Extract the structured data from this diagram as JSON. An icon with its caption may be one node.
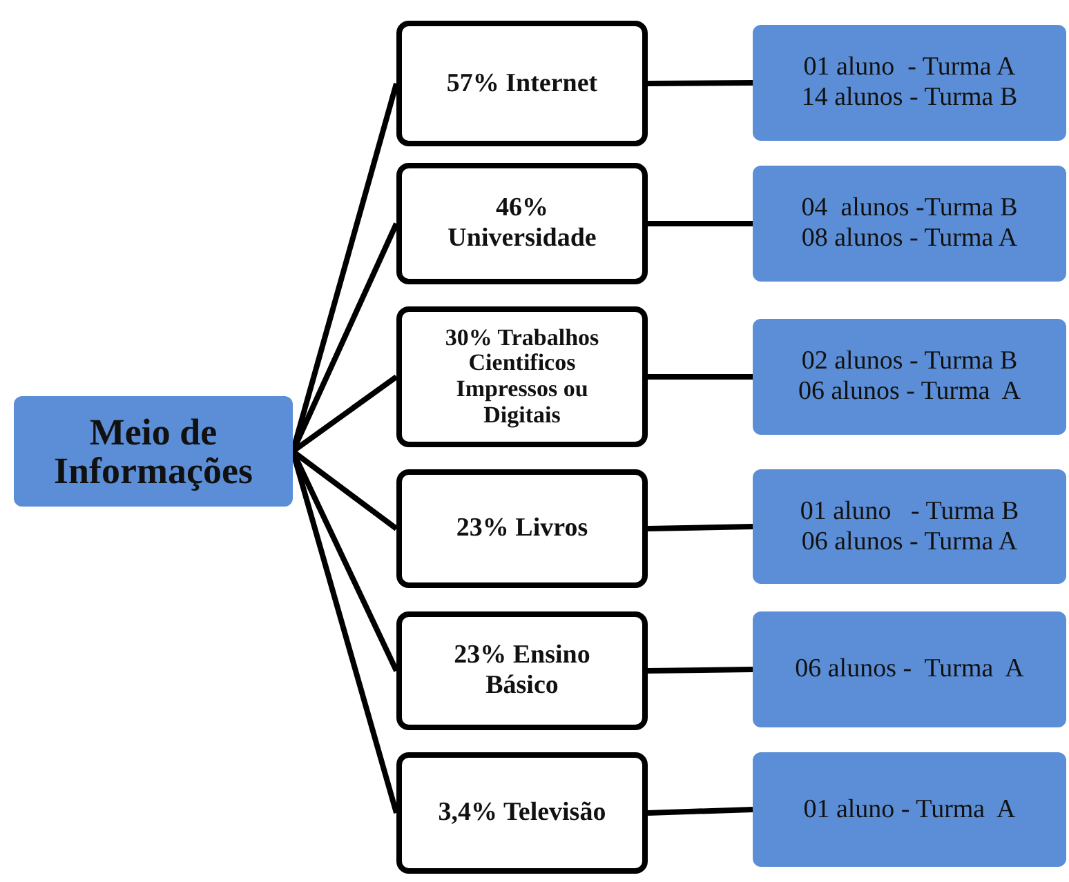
{
  "diagram": {
    "nodes": [
      {
        "text": [
          "Meio de Informações"
        ]
      },
      {
        "text": [
          "57% Internet"
        ]
      },
      {
        "text": [
          "46% Universidade"
        ]
      },
      {
        "text": [
          "30% Trabalhos Cientificos Impressos ou Digitais"
        ]
      },
      {
        "text": [
          "23% Livros"
        ]
      },
      {
        "text": [
          "23% Ensino Básico"
        ]
      },
      {
        "text": [
          "3,4% Televisão"
        ]
      },
      {
        "text": [
          "01 aluno  - Turma A",
          "14 alunos - Turma B"
        ]
      },
      {
        "text": [
          "04  alunos -Turma B",
          "08 alunos - Turma A"
        ]
      },
      {
        "text": [
          "02 alunos - Turma B",
          "06 alunos - Turma  A"
        ]
      },
      {
        "text": [
          "01 aluno   - Turma B",
          "06 alunos - Turma A"
        ]
      },
      {
        "text": [
          "06 alunos -  Turma  A"
        ]
      },
      {
        "text": [
          "01 aluno - Turma  A"
        ]
      }
    ],
    "edges": [
      {
        "from": 0,
        "to": 1,
        "arrow": "none"
      },
      {
        "from": 0,
        "to": 2,
        "arrow": "none"
      },
      {
        "from": 0,
        "to": 3,
        "arrow": "none"
      },
      {
        "from": 0,
        "to": 4,
        "arrow": "none"
      },
      {
        "from": 0,
        "to": 5,
        "arrow": "none"
      },
      {
        "from": 0,
        "to": 6,
        "arrow": "none"
      },
      {
        "from": 1,
        "to": 7,
        "arrow": "none"
      },
      {
        "from": 2,
        "to": 8,
        "arrow": "none"
      },
      {
        "from": 3,
        "to": 9,
        "arrow": "none"
      },
      {
        "from": 4,
        "to": 10,
        "arrow": "none"
      },
      {
        "from": 5,
        "to": 11,
        "arrow": "none"
      },
      {
        "from": 6,
        "to": 12,
        "arrow": "none"
      }
    ]
  }
}
